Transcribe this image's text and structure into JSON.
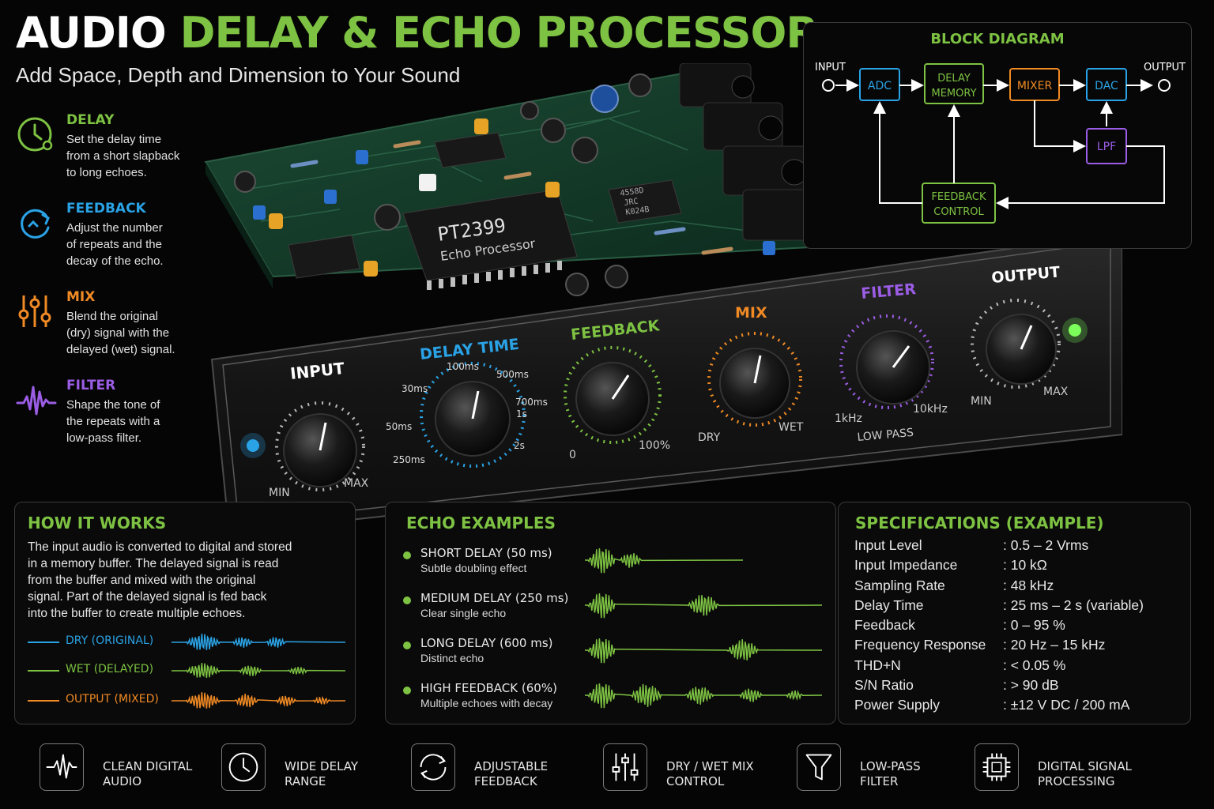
{
  "header": {
    "title_white": "AUDIO",
    "title_green": "DELAY & ECHO PROCESSOR",
    "subtitle": "Add Space, Depth and Dimension to Your Sound"
  },
  "colors": {
    "green": "#7dc242",
    "blue": "#2aa3e6",
    "orange": "#f08a24",
    "purple": "#9b5de5",
    "bg": "#050505"
  },
  "features": [
    {
      "name": "DELAY",
      "desc_lines": [
        "Set the delay time",
        "from a short slapback",
        "to long echoes."
      ],
      "color": "#7dc242",
      "icon": "clock-icon"
    },
    {
      "name": "FEEDBACK",
      "desc_lines": [
        "Adjust the number",
        "of repeats and the",
        "decay of the echo."
      ],
      "color": "#2aa3e6",
      "icon": "loop-icon"
    },
    {
      "name": "MIX",
      "desc_lines": [
        "Blend the original",
        "(dry) signal with the",
        "delayed (wet) signal."
      ],
      "color": "#f08a24",
      "icon": "sliders-icon"
    },
    {
      "name": "FILTER",
      "desc_lines": [
        "Shape the tone of",
        "the repeats with a",
        "low-pass filter."
      ],
      "color": "#9b5de5",
      "icon": "waveform-icon"
    }
  ],
  "device": {
    "chip_name": "PT2399",
    "chip_sub": "Echo Processor",
    "ic_marking": [
      "4558D",
      "JRC",
      "K024B"
    ],
    "knobs": {
      "input": {
        "label": "INPUT",
        "min": "MIN",
        "max": "MAX"
      },
      "delay": {
        "label": "DELAY TIME",
        "ticks": [
          "100ms",
          "500ms",
          "30ms",
          "700ms",
          "1s",
          "50ms",
          "2s",
          "250ms"
        ]
      },
      "feedback": {
        "label": "FEEDBACK",
        "min": "0",
        "max": "100%"
      },
      "mix": {
        "label": "MIX",
        "min": "DRY",
        "max": "WET"
      },
      "filter": {
        "label": "FILTER",
        "min": "1kHz",
        "max": "10kHz",
        "sub": "LOW PASS"
      },
      "output": {
        "label": "OUTPUT",
        "min": "MIN",
        "max": "MAX"
      }
    }
  },
  "block_diagram": {
    "title": "BLOCK DIAGRAM",
    "input": "INPUT",
    "output": "OUTPUT",
    "adc": "ADC",
    "memory": [
      "DELAY",
      "MEMORY"
    ],
    "mixer": "MIXER",
    "dac": "DAC",
    "lpf": "LPF",
    "feedback": [
      "FEEDBACK",
      "CONTROL"
    ]
  },
  "how_it_works": {
    "title": "HOW IT WORKS",
    "lines": [
      "The input audio is converted to digital and stored",
      "in a memory buffer. The delayed signal is read",
      "from the buffer and mixed with the original",
      "signal. Part of the delayed signal is fed back",
      "into the buffer to create multiple echoes."
    ],
    "signals": [
      {
        "label": "DRY (ORIGINAL)",
        "color": "#2aa3e6"
      },
      {
        "label": "WET (DELAYED)",
        "color": "#7dc242"
      },
      {
        "label": "OUTPUT (MIXED)",
        "color": "#f08a24"
      }
    ]
  },
  "echo_examples": {
    "title": "ECHO EXAMPLES",
    "items": [
      {
        "name": "SHORT DELAY (50 ms)",
        "desc": "Subtle doubling effect"
      },
      {
        "name": "MEDIUM DELAY (250 ms)",
        "desc": "Clear single echo"
      },
      {
        "name": "LONG DELAY (600 ms)",
        "desc": "Distinct echo"
      },
      {
        "name": "HIGH FEEDBACK (60%)",
        "desc": "Multiple echoes with decay"
      }
    ]
  },
  "specifications": {
    "title": "SPECIFICATIONS (EXAMPLE)",
    "rows": [
      {
        "k": "Input Level",
        "v": ": 0.5 – 2 Vrms"
      },
      {
        "k": "Input Impedance",
        "v": ": 10 kΩ"
      },
      {
        "k": "Sampling Rate",
        "v": ": 48 kHz"
      },
      {
        "k": "Delay Time",
        "v": ": 25 ms – 2 s (variable)"
      },
      {
        "k": "Feedback",
        "v": ": 0 – 95 %"
      },
      {
        "k": "Frequency Response",
        "v": ": 20 Hz – 15 kHz"
      },
      {
        "k": "THD+N",
        "v": ": < 0.05 %"
      },
      {
        "k": "S/N Ratio",
        "v": ": > 90 dB"
      },
      {
        "k": "Power Supply",
        "v": ": ±12 V DC / 200 mA"
      }
    ]
  },
  "bottom_features": [
    {
      "lines": [
        "CLEAN DIGITAL",
        "AUDIO"
      ],
      "icon": "waveform-icon"
    },
    {
      "lines": [
        "WIDE DELAY",
        "RANGE"
      ],
      "icon": "clock-icon"
    },
    {
      "lines": [
        "ADJUSTABLE",
        "FEEDBACK"
      ],
      "icon": "loop-icon"
    },
    {
      "lines": [
        "DRY / WET MIX",
        "CONTROL"
      ],
      "icon": "sliders-icon"
    },
    {
      "lines": [
        "LOW-PASS",
        "FILTER"
      ],
      "icon": "filter-icon"
    },
    {
      "lines": [
        "DIGITAL SIGNAL",
        "PROCESSING"
      ],
      "icon": "chip-icon"
    }
  ]
}
